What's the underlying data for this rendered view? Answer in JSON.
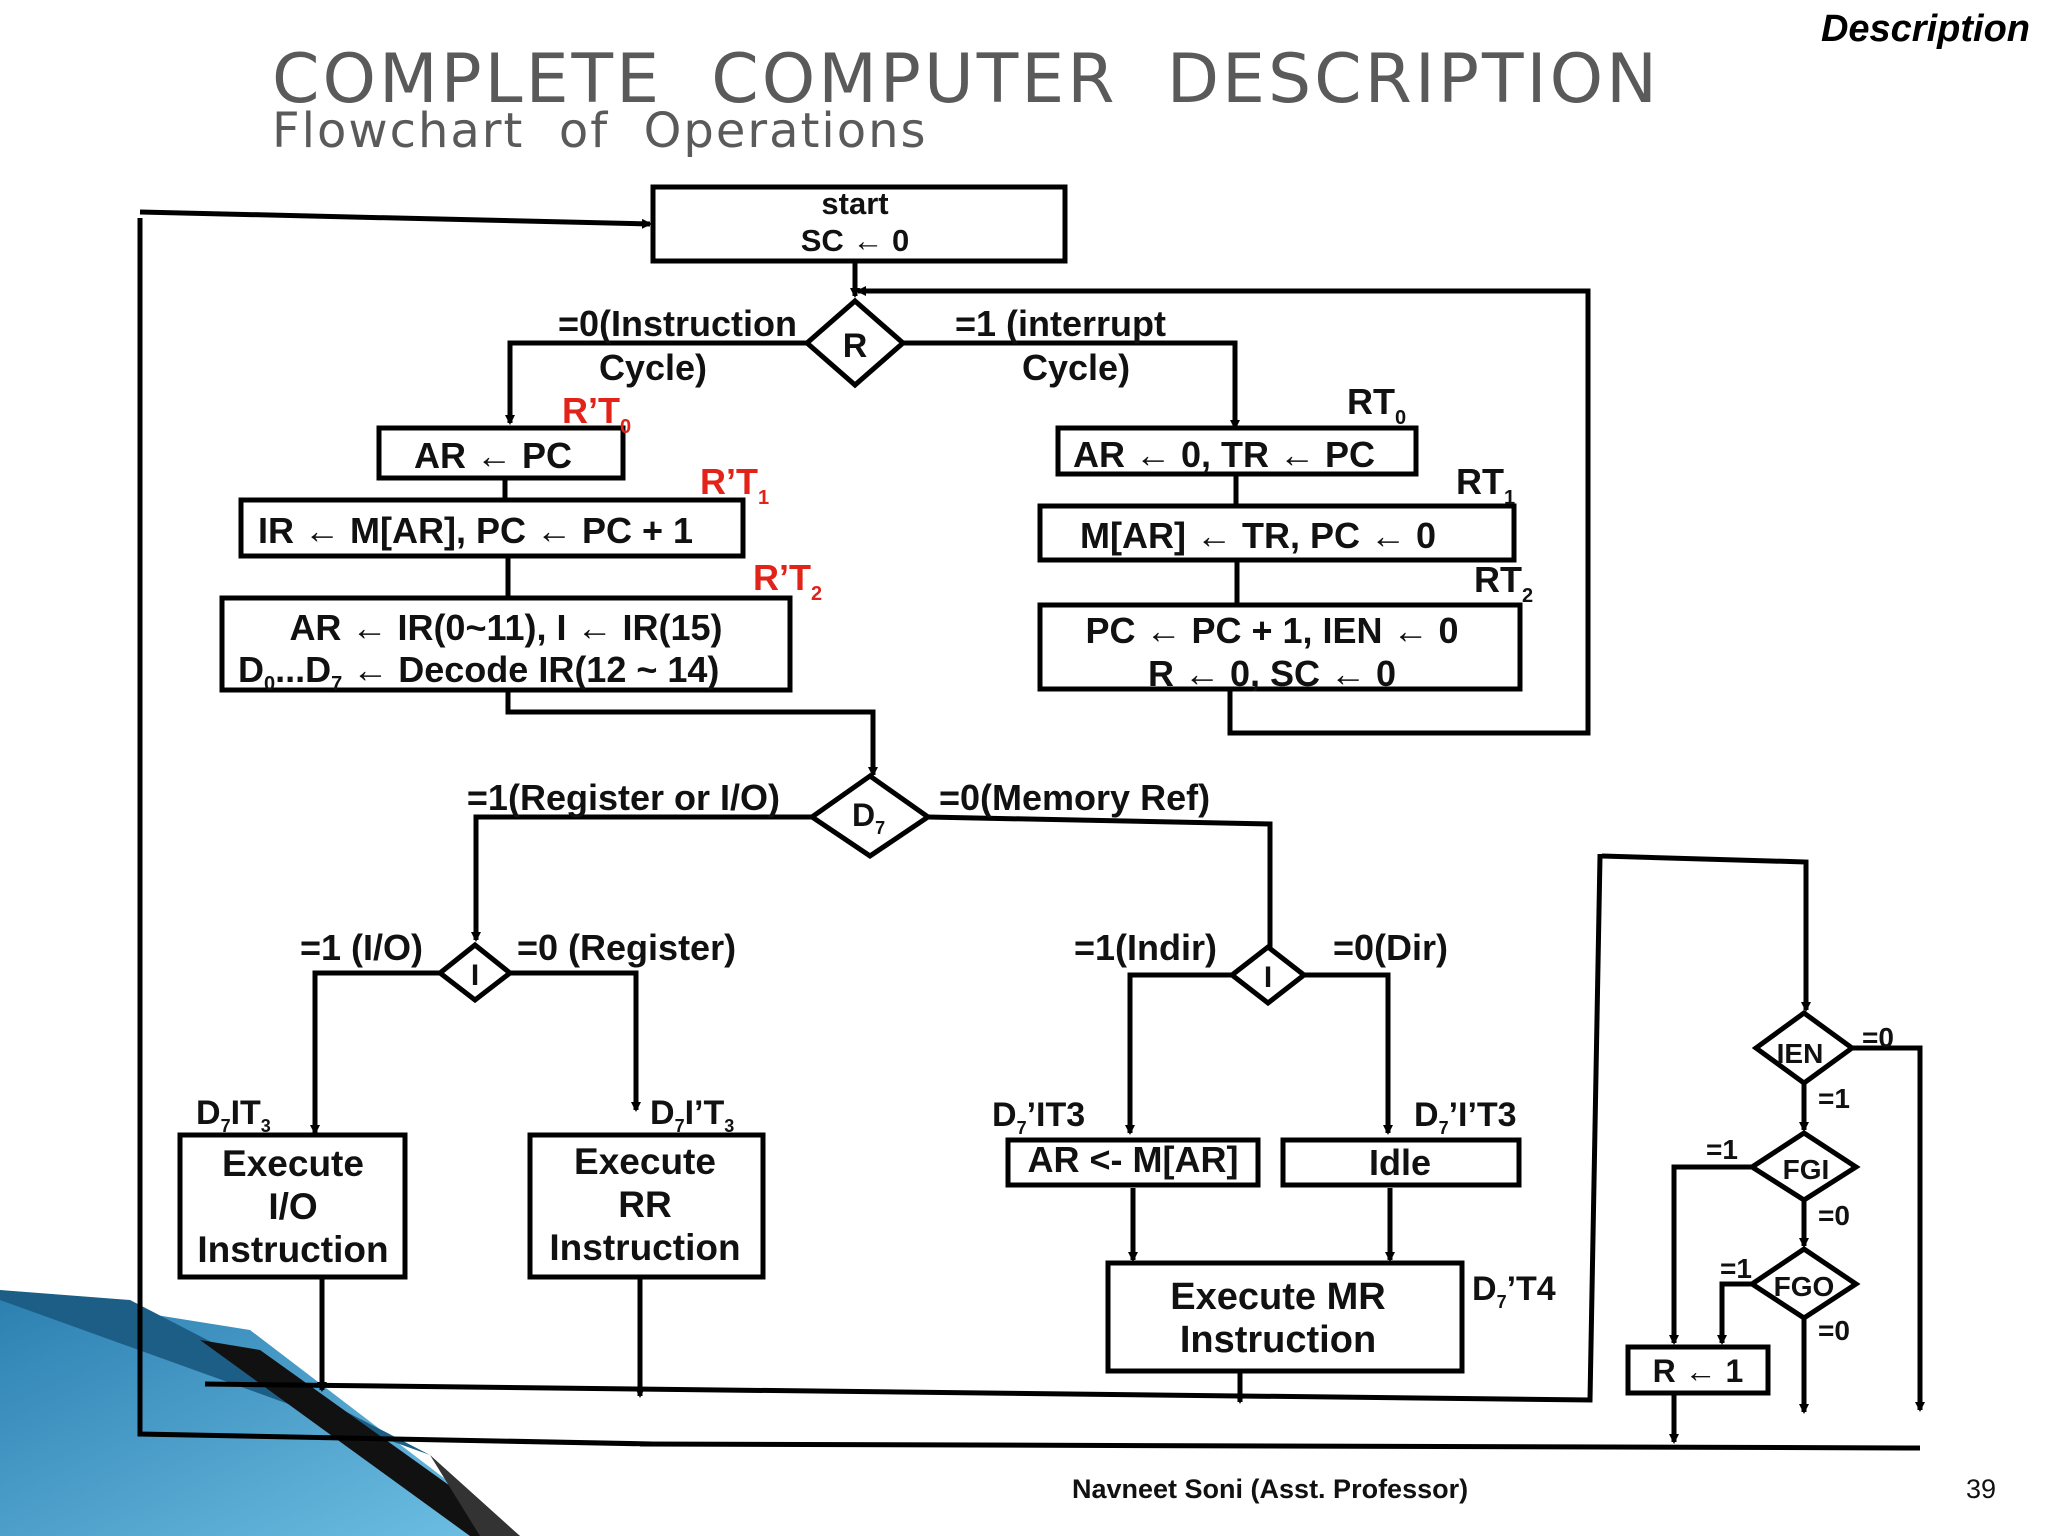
{
  "header": {
    "title": "COMPLETE  COMPUTER  DESCRIPTION",
    "subtitle": "Flowchart  of  Operations",
    "corner_tag": "Description"
  },
  "footer": {
    "author": "Navneet Soni (Asst. Professor)",
    "page_number": "39"
  },
  "flowchart": {
    "start_line1": "start",
    "start_line2": "SC ← 0",
    "decision_r": "R",
    "r_zero_label_1": "=0(Instruction",
    "r_zero_label_2": "Cycle)",
    "r_one_label_1": "=1 (interrupt",
    "r_one_label_2": "Cycle)",
    "fetch": {
      "t0_label": "R’T",
      "t0_sub": "0",
      "step1": "AR ← PC",
      "t1_label": "R’T",
      "t1_sub": "1",
      "step2": "IR ← M[AR], PC ← PC + 1",
      "t2_label": "R’T",
      "t2_sub": "2",
      "step3_line1": "AR ← IR(0~11), I ← IR(15)",
      "step3_line2_a": "D",
      "step3_line2_sub0": "0",
      "step3_line2_b": "...D",
      "step3_line2_sub7": "7",
      "step3_line2_c": " ← Decode IR(12 ~ 14)"
    },
    "interrupt": {
      "rt0_label": "RT",
      "rt0_sub": "0",
      "step1": "AR ← 0, TR ← PC",
      "rt1_label": "RT",
      "rt1_sub": "1",
      "step2": "M[AR] ← TR, PC ← 0",
      "rt2_label": "RT",
      "rt2_sub": "2",
      "step3_line1": "PC ← PC + 1, IEN ← 0",
      "step3_line2": "R ← 0, SC ← 0"
    },
    "decision_d7": "D",
    "decision_d7_sub": "7",
    "d7_one_label": "=1(Register or I/O)",
    "d7_zero_label": "=0(Memory Ref)",
    "decision_i_left": "I",
    "i_left_one": "=1 (I/O)",
    "i_left_zero": "=0 (Register)",
    "decision_i_right": "I",
    "i_right_one": "=1(Indir)",
    "i_right_zero": "=0(Dir)",
    "io_cond": "D",
    "io_cond_sub7": "7",
    "io_cond_b": "IT",
    "io_cond_sub3": "3",
    "io_box_1": "Execute",
    "io_box_2": "I/O",
    "io_box_3": "Instruction",
    "rr_cond_a": "D",
    "rr_cond_sub7": "7",
    "rr_cond_b": "I’T",
    "rr_cond_sub3": "3",
    "rr_box_1": "Execute",
    "rr_box_2": "RR",
    "rr_box_3": "Instruction",
    "indir_cond_a": "D",
    "indir_cond_sub7": "7",
    "indir_cond_b": "’IT3",
    "indir_box": "AR <- M[AR]",
    "dir_cond_a": "D",
    "dir_cond_sub7": "7",
    "dir_cond_b": "’I’T3",
    "dir_box": "Idle",
    "mr_box_1": "Execute  MR",
    "mr_box_2": "Instruction",
    "mr_cond_a": "D",
    "mr_cond_sub7": "7",
    "mr_cond_b": "’T4",
    "ien": "IEN",
    "ien_zero": "=0",
    "ien_one": "=1",
    "fgi": "FGI",
    "fgi_one": "=1",
    "fgi_zero": "=0",
    "fgo": "FGO",
    "fgo_one": "=1",
    "fgo_zero": "=0",
    "r_set_box": "R ← 1"
  }
}
